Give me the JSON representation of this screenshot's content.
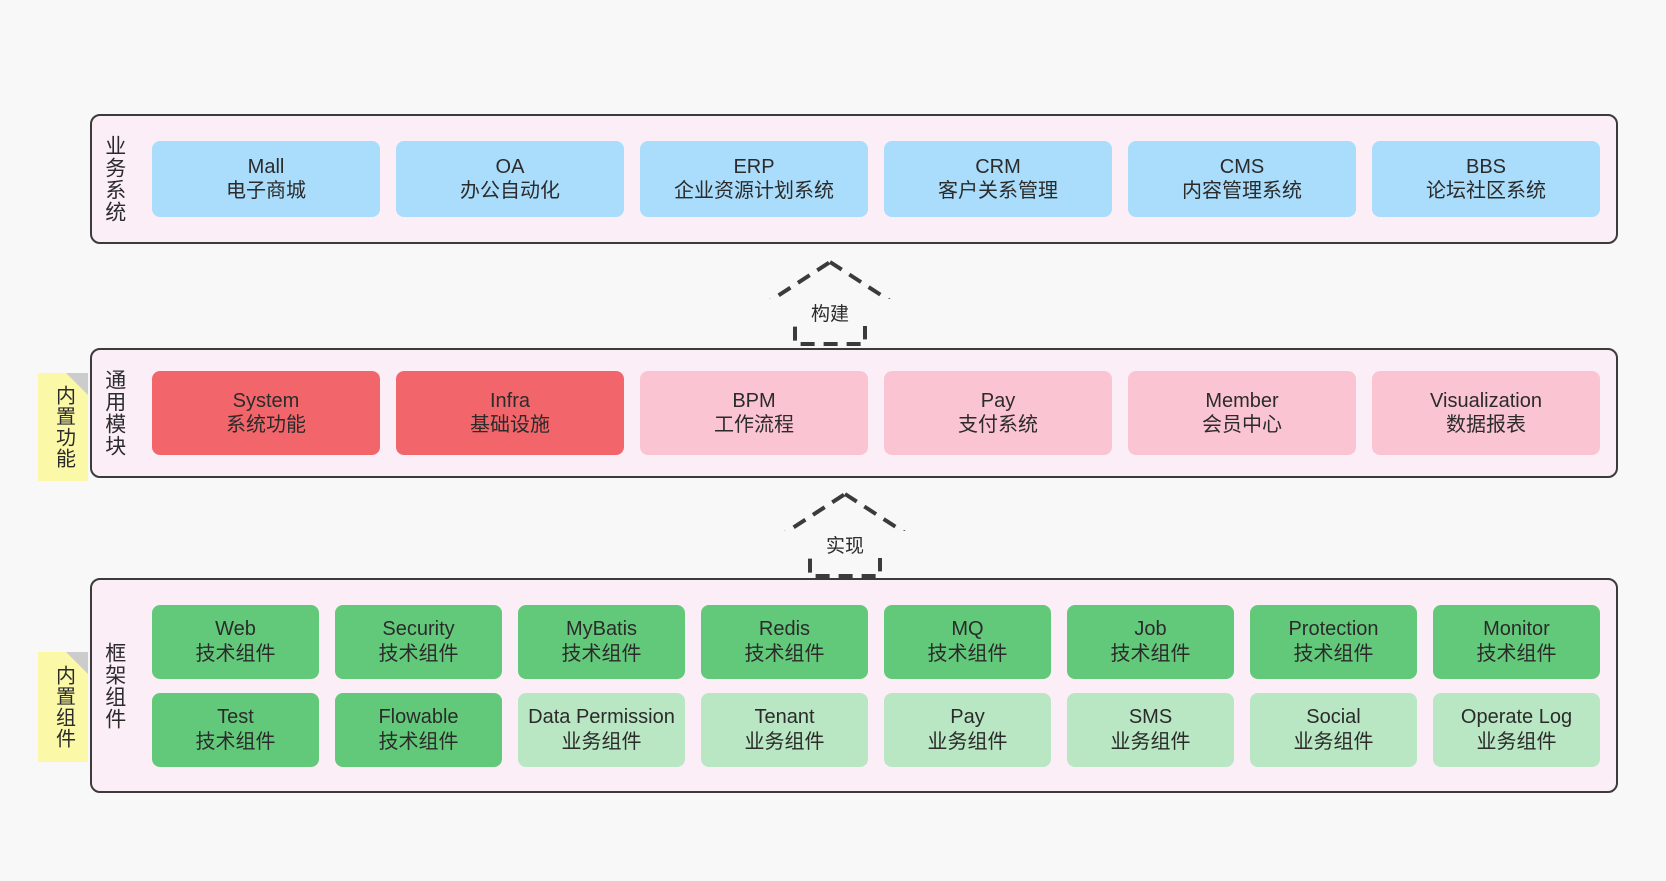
{
  "canvas": {
    "background": "#f8f8f8"
  },
  "palette": {
    "band_bg": "#fbeef7",
    "band_border": "#3b3b3b",
    "blue": "#aadcfb",
    "red": "#f2666b",
    "pink": "#fbc4d2",
    "green": "#63c97a",
    "light_green": "#b9e6c3",
    "note_yellow": "#fbf8a8",
    "note_fold": "#cccccc"
  },
  "layers": {
    "business": {
      "label": "业务系统",
      "cards": [
        {
          "l1": "Mall",
          "l2": "电子商城",
          "color": "blue"
        },
        {
          "l1": "OA",
          "l2": "办公自动化",
          "color": "blue"
        },
        {
          "l1": "ERP",
          "l2": "企业资源计划系统",
          "color": "blue"
        },
        {
          "l1": "CRM",
          "l2": "客户关系管理",
          "color": "blue"
        },
        {
          "l1": "CMS",
          "l2": "内容管理系统",
          "color": "blue"
        },
        {
          "l1": "BBS",
          "l2": "论坛社区系统",
          "color": "blue"
        }
      ]
    },
    "modules": {
      "label": "通用模块",
      "note": "内置功能",
      "cards": [
        {
          "l1": "System",
          "l2": "系统功能",
          "color": "red"
        },
        {
          "l1": "Infra",
          "l2": "基础设施",
          "color": "red"
        },
        {
          "l1": "BPM",
          "l2": "工作流程",
          "color": "pink"
        },
        {
          "l1": "Pay",
          "l2": "支付系统",
          "color": "pink"
        },
        {
          "l1": "Member",
          "l2": "会员中心",
          "color": "pink"
        },
        {
          "l1": "Visualization",
          "l2": "数据报表",
          "color": "pink"
        }
      ]
    },
    "framework": {
      "label": "框架组件",
      "note": "内置组件",
      "row1": [
        {
          "l1": "Web",
          "l2": "技术组件",
          "color": "green"
        },
        {
          "l1": "Security",
          "l2": "技术组件",
          "color": "green"
        },
        {
          "l1": "MyBatis",
          "l2": "技术组件",
          "color": "green"
        },
        {
          "l1": "Redis",
          "l2": "技术组件",
          "color": "green"
        },
        {
          "l1": "MQ",
          "l2": "技术组件",
          "color": "green"
        },
        {
          "l1": "Job",
          "l2": "技术组件",
          "color": "green"
        },
        {
          "l1": "Protection",
          "l2": "技术组件",
          "color": "green"
        },
        {
          "l1": "Monitor",
          "l2": "技术组件",
          "color": "green"
        }
      ],
      "row2": [
        {
          "l1": "Test",
          "l2": "技术组件",
          "color": "green"
        },
        {
          "l1": "Flowable",
          "l2": "技术组件",
          "color": "green"
        },
        {
          "l1": "Data Permission",
          "l2": "业务组件",
          "color": "lgreen"
        },
        {
          "l1": "Tenant",
          "l2": "业务组件",
          "color": "lgreen"
        },
        {
          "l1": "Pay",
          "l2": "业务组件",
          "color": "lgreen"
        },
        {
          "l1": "SMS",
          "l2": "业务组件",
          "color": "lgreen"
        },
        {
          "l1": "Social",
          "l2": "业务组件",
          "color": "lgreen"
        },
        {
          "l1": "Operate Log",
          "l2": "业务组件",
          "color": "lgreen"
        }
      ]
    }
  },
  "arrows": [
    {
      "label": "构建",
      "direction": "up"
    },
    {
      "label": "实现",
      "direction": "up"
    }
  ]
}
